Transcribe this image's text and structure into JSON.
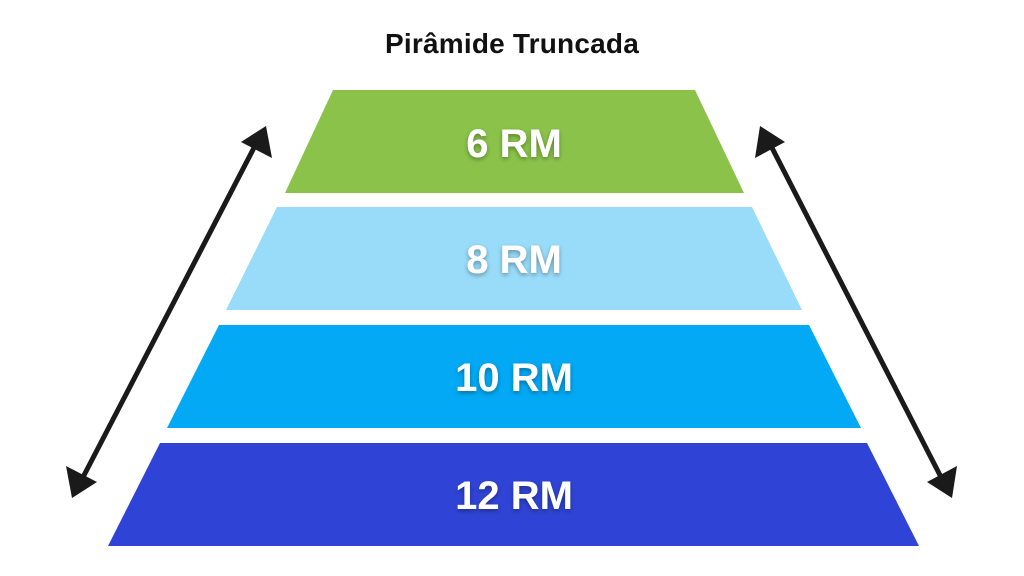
{
  "title": "Pirâmide Truncada",
  "levels": [
    {
      "label": "6 RM",
      "color": "#8bc34a"
    },
    {
      "label": "8 RM",
      "color": "#99dcfa"
    },
    {
      "label": "10 RM",
      "color": "#03a9f4"
    },
    {
      "label": "12 RM",
      "color": "#2f44d6"
    }
  ],
  "arrow_color": "#1a1a1a"
}
